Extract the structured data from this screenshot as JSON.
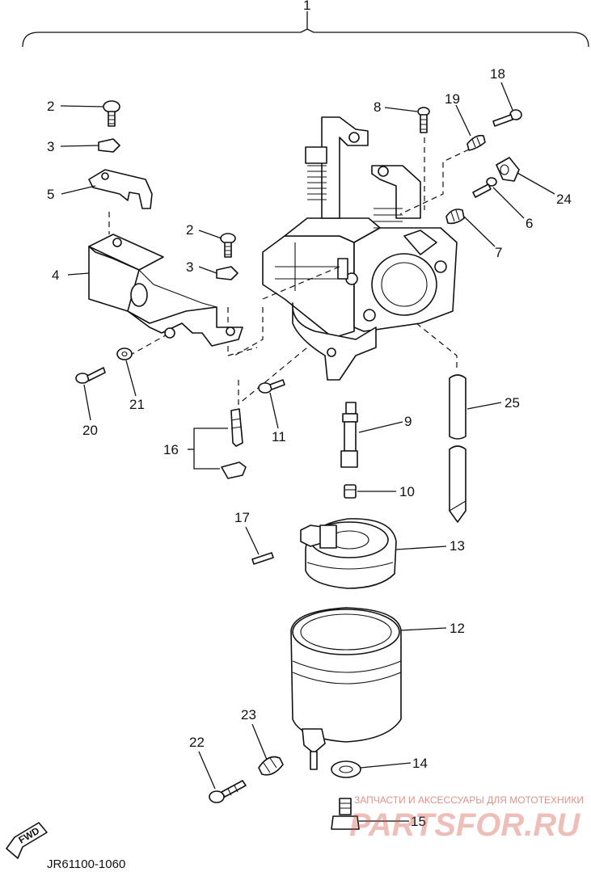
{
  "diagram": {
    "callouts": [
      {
        "id": "c1",
        "text": "1"
      },
      {
        "id": "c2a",
        "text": "2"
      },
      {
        "id": "c2b",
        "text": "2"
      },
      {
        "id": "c3a",
        "text": "3"
      },
      {
        "id": "c3b",
        "text": "3"
      },
      {
        "id": "c4",
        "text": "4"
      },
      {
        "id": "c5",
        "text": "5"
      },
      {
        "id": "c6",
        "text": "6"
      },
      {
        "id": "c7",
        "text": "7"
      },
      {
        "id": "c8",
        "text": "8"
      },
      {
        "id": "c9",
        "text": "9"
      },
      {
        "id": "c10",
        "text": "10"
      },
      {
        "id": "c11",
        "text": "11"
      },
      {
        "id": "c12",
        "text": "12"
      },
      {
        "id": "c13",
        "text": "13"
      },
      {
        "id": "c14",
        "text": "14"
      },
      {
        "id": "c15",
        "text": "15"
      },
      {
        "id": "c16",
        "text": "16"
      },
      {
        "id": "c17",
        "text": "17"
      },
      {
        "id": "c18",
        "text": "18"
      },
      {
        "id": "c19",
        "text": "19"
      },
      {
        "id": "c20",
        "text": "20"
      },
      {
        "id": "c21",
        "text": "21"
      },
      {
        "id": "c22",
        "text": "22"
      },
      {
        "id": "c23",
        "text": "23"
      },
      {
        "id": "c24",
        "text": "24"
      },
      {
        "id": "c25",
        "text": "25"
      }
    ],
    "fwd_label": "FWD",
    "drawing_code": "JR61100-1060"
  },
  "watermark": {
    "tagline": "ЗАПЧАСТИ И АКСЕССУАРЫ ДЛЯ МОТОТЕХНИКИ",
    "logo": "PARTSFOR.RU"
  }
}
